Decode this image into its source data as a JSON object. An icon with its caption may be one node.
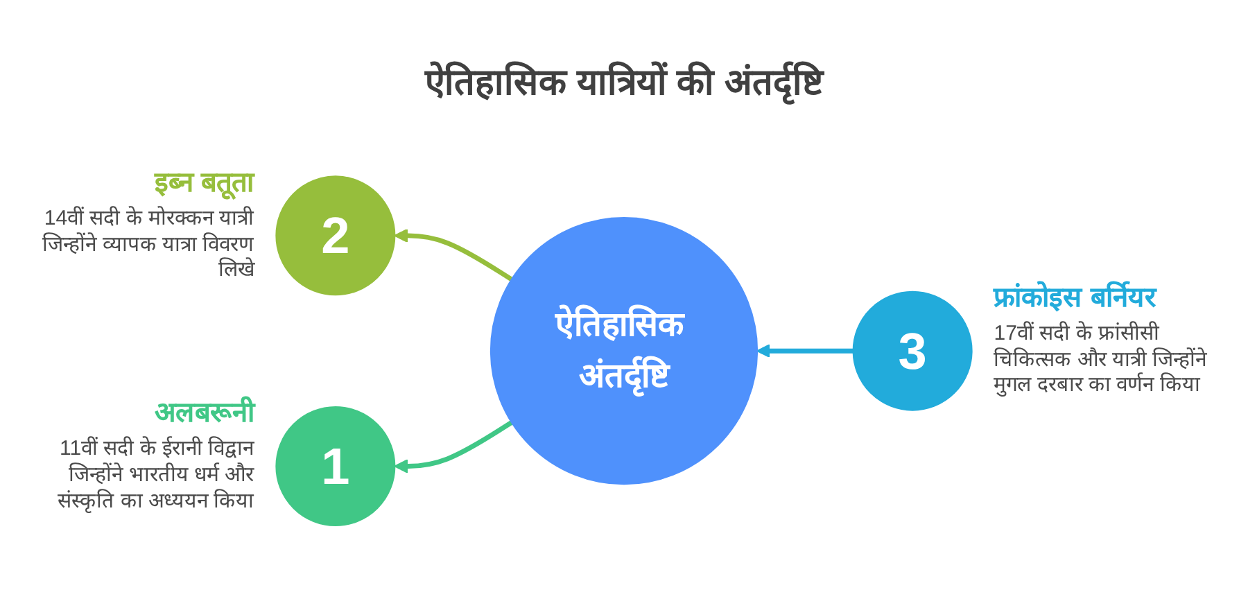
{
  "diagram": {
    "title": "ऐतिहासिक यात्रियों की अंतर्दृष्टि",
    "nodes": [
      {
        "text": [
          "2"
        ],
        "beside": [
          "इब्न बतूता",
          "14वीं सदी के मोरक्कन यात्री जिन्होंने व्यापक यात्रा विवरण लिखे"
        ]
      },
      {
        "text": [
          "ऐतिहासिक अंतर्दृष्टि"
        ]
      },
      {
        "text": [
          "3"
        ],
        "beside": [
          "फ्रांकोइस बर्नियर",
          "17वीं सदी के फ्रांसीसी चिकित्सक और यात्री जिन्होंने मुगल दरबार का वर्णन किया"
        ]
      },
      {
        "text": [
          "1"
        ],
        "beside": [
          "अलबरूनी",
          "11वीं सदी के ईरानी विद्वान जिन्होंने भारतीय धर्म और संस्कृति का अध्ययन किया"
        ]
      }
    ],
    "edges": [
      {
        "from": 1,
        "to": 0,
        "arrow": "to",
        "color": "#96be3c"
      },
      {
        "from": 1,
        "to": 3,
        "arrow": "to",
        "color": "#40c786"
      },
      {
        "from": 2,
        "to": 1,
        "arrow": "to",
        "color": "#22abdb"
      }
    ]
  }
}
